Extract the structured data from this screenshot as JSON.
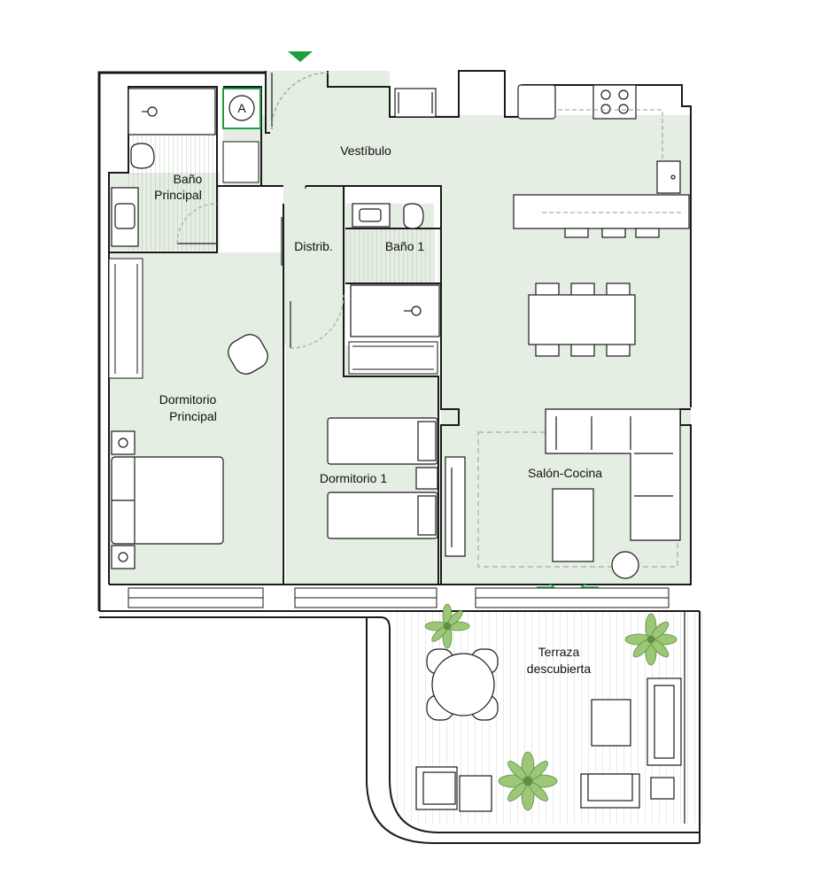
{
  "colors": {
    "floor": "#e4eee2",
    "wall": "#1a1a1a",
    "entry_marker": "#1e9e3e",
    "plant": "#8fbf6a",
    "deck_line": "#bfbfbf"
  },
  "icons": {
    "entry": "triangle-down",
    "meter": "letter-in-circle"
  },
  "meter_label": "A",
  "rooms": {
    "vestibulo": "Vestíbulo",
    "bano_principal_1": "Baño",
    "bano_principal_2": "Principal",
    "distrib": "Distrib.",
    "bano_1": "Baño 1",
    "dormitorio_principal_1": "Dormitorio",
    "dormitorio_principal_2": "Principal",
    "dormitorio_1": "Dormitorio 1",
    "salon_cocina": "Salón-Cocina",
    "terraza_1": "Terraza",
    "terraza_2": "descubierta"
  }
}
